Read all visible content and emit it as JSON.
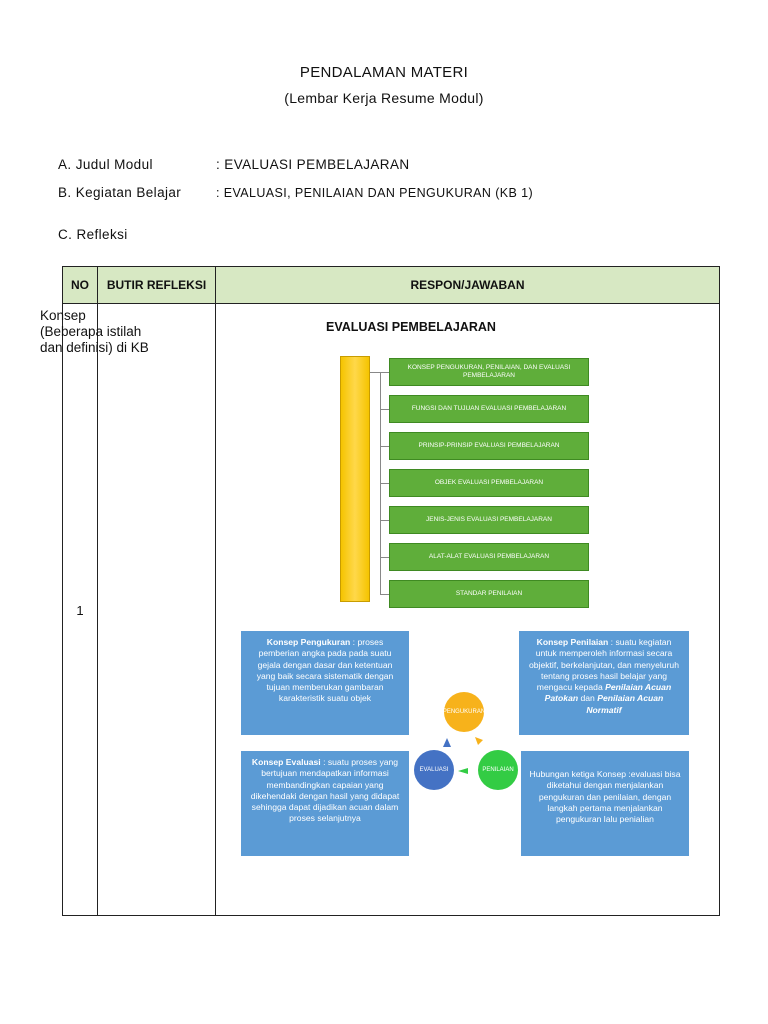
{
  "header": {
    "title": "PENDALAMAN MATERI",
    "subtitle": "(Lembar Kerja Resume Modul)"
  },
  "meta": {
    "a_label": "A.  Judul Modul",
    "a_value": ": EVALUASI PEMBELAJARAN",
    "b_label": "B.  Kegiatan Belajar",
    "b_value": ": EVALUASI, PENILAIAN DAN PENGUKURAN (KB 1)",
    "c_label": "C.  Refleksi"
  },
  "table": {
    "headers": {
      "no": "NO",
      "butir": "BUTIR REFLEKSI",
      "respon": "RESPON/JAWABAN"
    },
    "row1": {
      "no": "1",
      "butir": "Konsep (Beberapa istilah dan definisi) di KB"
    }
  },
  "diagram": {
    "title": "EVALUASI PEMBELAJARAN",
    "items": [
      "KONSEP PENGUKURAN, PENILAIAN, DAN EVALUASI PEMBELAJARAN",
      "FUNGSI DAN TUJUAN EVALUASI PEMBELAJARAN",
      "PRINSIP-PRINSIP EVALUASI PEMBELAJARAN",
      "OBJEK EVALUASI PEMBELAJARAN",
      "JENIS-JENIS EVALUASI PEMBELAJARAN",
      "ALAT-ALAT EVALUASI PEMBELAJARAN",
      "STANDAR PENILAIAN"
    ],
    "colors": {
      "green": "#5fae3a",
      "yellow": "#f5c400",
      "blue": "#5b9bd5"
    }
  },
  "concepts": {
    "pengukuran_label": "Konsep Pengukuran",
    "pengukuran_text": " : proses pemberian angka pada pada suatu gejala dengan dasar dan ketentuan yang baik secara sistematik dengan tujuan memberukan gambaran karakteristik suatu objek",
    "penilaian_label": "Konsep Penilaian",
    "penilaian_text": " : suatu kegiatan untuk memperoleh informasi secara objektif, berkelanjutan, dan menyeluruh tentang proses hasil belajar yang mengacu kepada ",
    "penilaian_pap": "Penilaian Acuan Patokan",
    "penilaian_dan": " dan ",
    "penilaian_pan": "Penilaian Acuan Normatif",
    "evaluasi_label": "Konsep Evaluasi",
    "evaluasi_text": " : suatu proses yang bertujuan mendapatkan informasi membandingkan capaian yang dikehendaki dengan hasil yang didapat sehingga dapat dijadikan acuan dalam proses selanjutnya",
    "hubungan_text": "Hubungan ketiga Konsep :evaluasi bisa diketahui dengan menjalankan pengukuran dan penilaian, dengan langkah pertama  menjalankan pengukuran lalu penialian"
  },
  "cycle": {
    "top": "PENGUKURAN",
    "left": "EVALUASI",
    "right": "PENILAIAN",
    "colors": {
      "top": "#f7b21b",
      "left": "#4472c4",
      "right": "#33cc44"
    }
  }
}
